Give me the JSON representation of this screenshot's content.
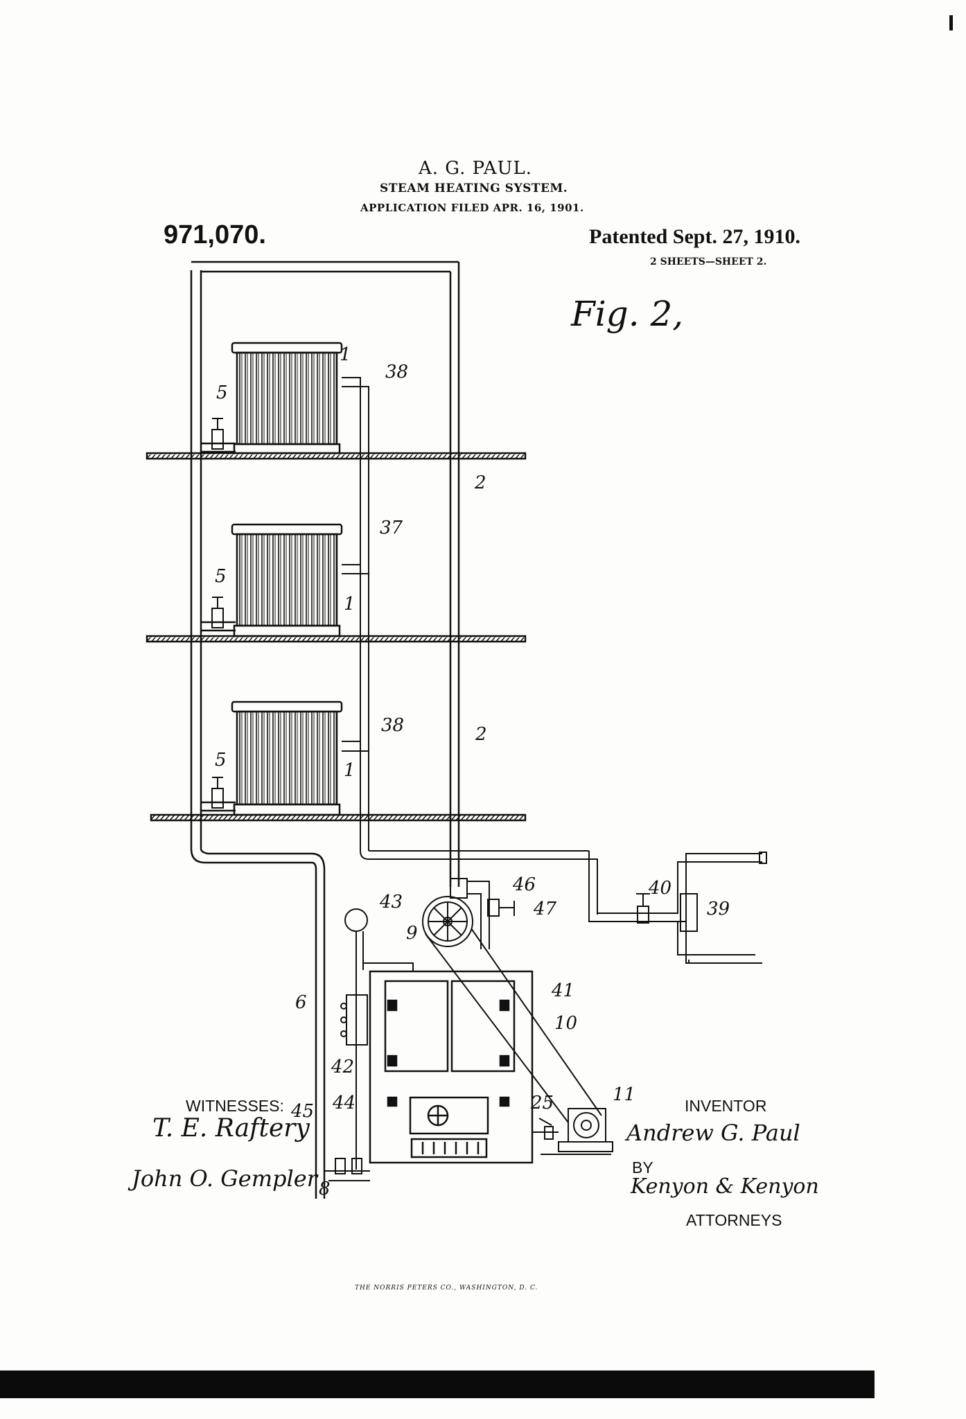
{
  "header": {
    "inventor": "A. G. PAUL.",
    "title": "STEAM HEATING SYSTEM.",
    "filed": "APPLICATION FILED APR. 16, 1901.",
    "patent_number": "971,070.",
    "patent_date": "Patented Sept. 27, 1910.",
    "sheets": "2 SHEETS—SHEET 2."
  },
  "figure_label": "Fig. 2,",
  "reference_numerals": {
    "n1": "1",
    "n2": "2",
    "n5": "5",
    "n6": "6",
    "n8": "8",
    "n9": "9",
    "n10": "10",
    "n11": "11",
    "n25": "25",
    "n37": "37",
    "n38": "38",
    "n39": "39",
    "n40": "40",
    "n41": "41",
    "n42": "42",
    "n43": "43",
    "n44": "44",
    "n45": "45",
    "n46": "46",
    "n47": "47"
  },
  "signatures": {
    "witnesses_label": "WITNESSES:",
    "witness_1": "T. E. Raftery",
    "witness_2": "John O. Gempler",
    "inventor_label": "INVENTOR",
    "inventor_signature": "Andrew G. Paul",
    "by_label": "BY",
    "attorneys_signature": "Kenyon & Kenyon",
    "attorneys_label": "ATTORNEYS"
  },
  "printer_credit": "THE NORRIS PETERS CO., WASHINGTON, D. C."
}
